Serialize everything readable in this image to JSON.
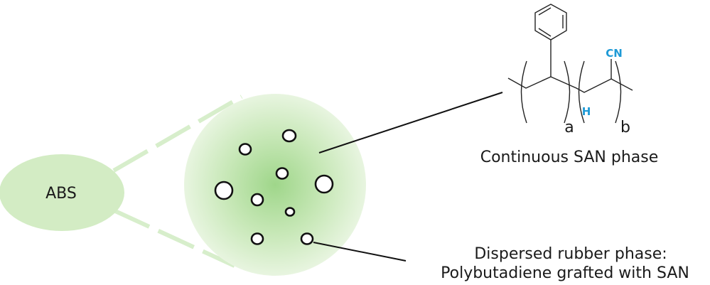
{
  "diagram": {
    "abs_label": "ABS",
    "continuous_phase_label": "Continuous SAN phase",
    "dispersed_phase_line1": "Dispersed rubber phase:",
    "dispersed_phase_line2": "Polybutadiene grafted with SAN",
    "structure": {
      "cn_label": "CN",
      "h_label": "H",
      "subscript_a": "a",
      "subscript_b": "b"
    },
    "colors": {
      "abs_fill": "#d3ecc4",
      "connector": "#d7eecb",
      "particle_center": "#9fd68a",
      "particle_edge": "#e6f4de",
      "heteroatom": "#1e9ad6"
    }
  }
}
